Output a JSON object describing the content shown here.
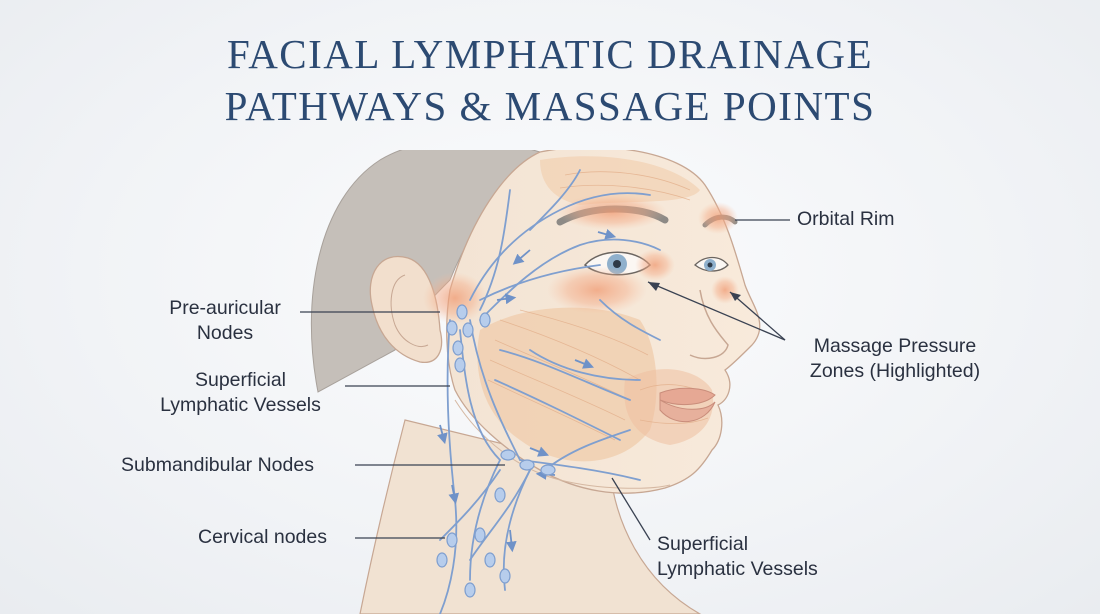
{
  "title": {
    "line1": "FACIAL LYMPHATIC DRAINAGE",
    "line2": "PATHWAYS & MASSAGE POINTS"
  },
  "labels": {
    "orbital_rim": "Orbital Rim",
    "massage_zones": {
      "line1": "Massage Pressure",
      "line2": "Zones (Highlighted)"
    },
    "pre_auricular": {
      "line1": "Pre-auricular",
      "line2": "Nodes"
    },
    "superficial_left": {
      "line1": "Superficial",
      "line2": "Lymphatic Vessels"
    },
    "submandibular": "Submandibular Nodes",
    "cervical": "Cervical nodes",
    "superficial_right": {
      "line1": "Superficial",
      "line2": "Lymphatic Vessels"
    }
  },
  "colors": {
    "title": "#2c4a72",
    "label_text": "#2a3140",
    "vessel": "#7f9fcf",
    "node": "#b7cdec",
    "pressure_zone": "#f2a47e",
    "skin": "#f6e6d2",
    "muscle": "#f1cfb0",
    "hair": "#c2bcb6"
  }
}
